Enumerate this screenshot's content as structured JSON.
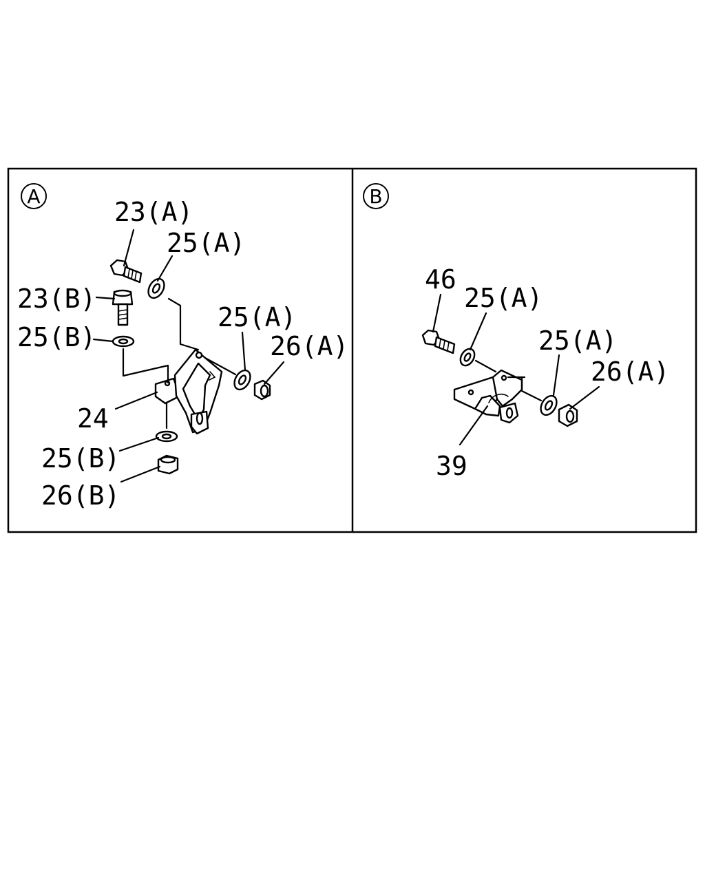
{
  "panels": [
    {
      "id": "A",
      "marker": "A",
      "callouts": {
        "bolt_top": "23(A)",
        "washer_top": "25(A)",
        "bolt_left": "23(B)",
        "washer_left": "25(B)",
        "washer_right": "25(A)",
        "nut_right": "26(A)",
        "bracket": "24",
        "washer_bottom": "25(B)",
        "nut_bottom": "26(B)"
      }
    },
    {
      "id": "B",
      "marker": "B",
      "callouts": {
        "bolt": "46",
        "washer_left": "25(A)",
        "washer_right": "25(A)",
        "nut": "26(A)",
        "bracket": "39"
      }
    }
  ]
}
